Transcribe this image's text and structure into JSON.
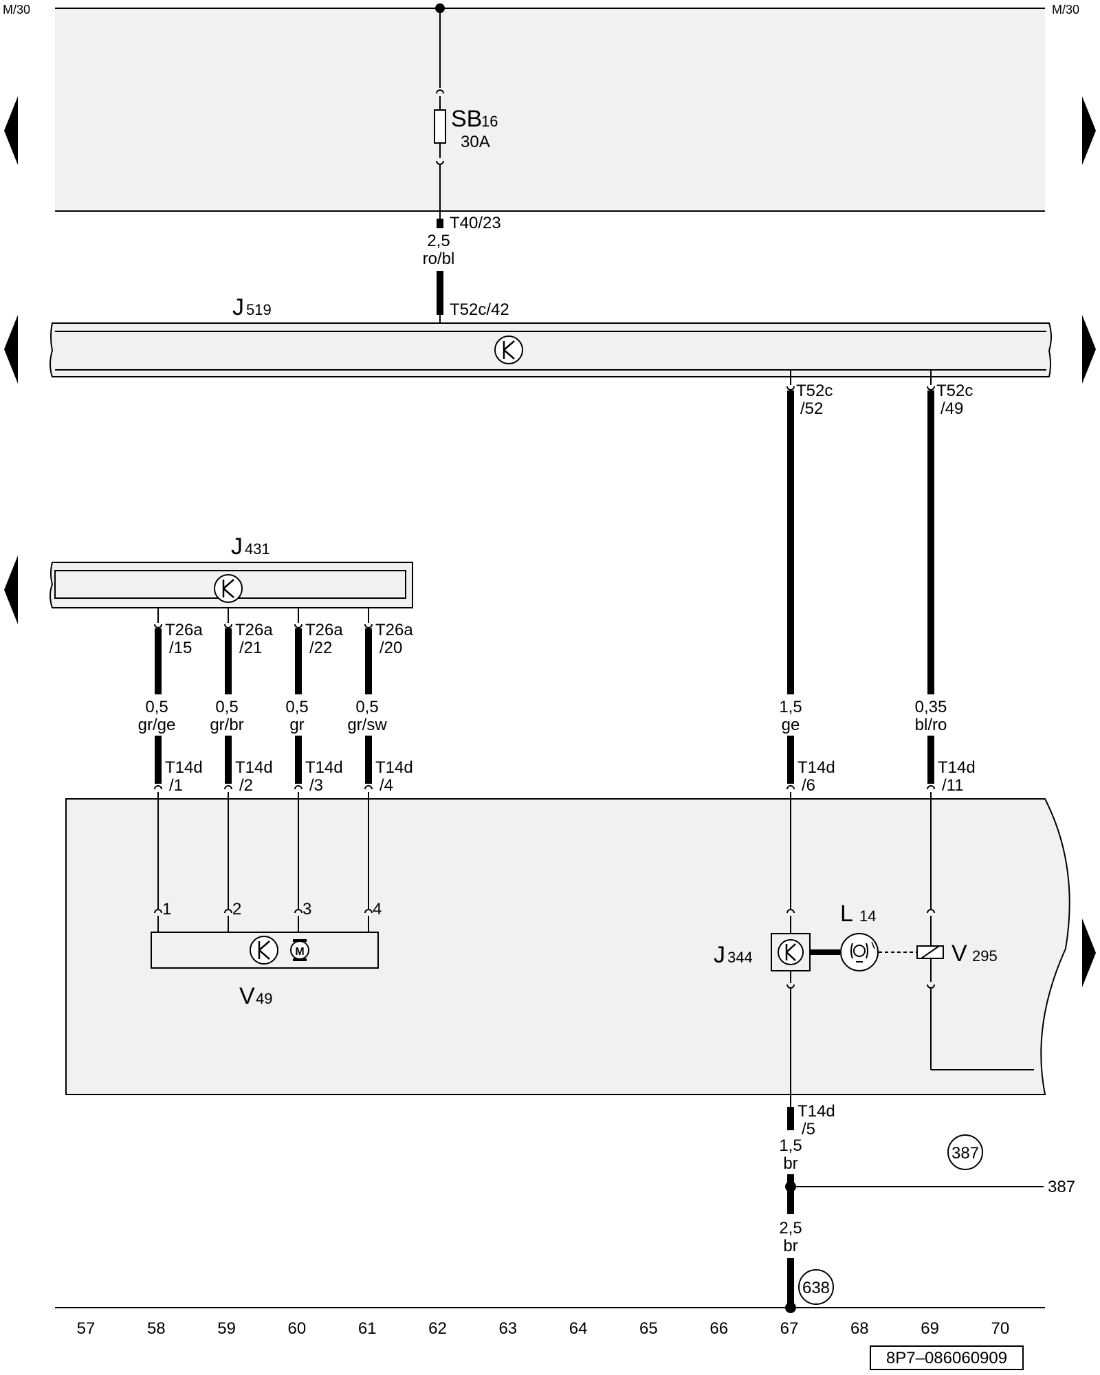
{
  "rails": {
    "top_left": "M/30",
    "top_right": "M/30"
  },
  "fuse": {
    "name": "SB",
    "number": "16",
    "rating": "30A"
  },
  "connectors": {
    "t40_23": "T40/23",
    "t52c_42": "T52c/42",
    "t52c_52_a": "T52c",
    "t52c_52_b": "/52",
    "t52c_49_a": "T52c",
    "t52c_49_b": "/49",
    "t14d_5_a": "T14d",
    "t14d_5_b": "/5"
  },
  "wires": {
    "w_ro_bl_size": "2,5",
    "w_ro_bl_color": "ro/bl",
    "w_ge_size": "1,5",
    "w_ge_color": "ge",
    "w_bl_ro_size": "0,35",
    "w_bl_ro_color": "bl/ro",
    "w_br1_size": "1,5",
    "w_br1_color": "br",
    "w_br2_size": "2,5",
    "w_br2_color": "br"
  },
  "modules": {
    "j519_letter": "J",
    "j519_num": "519",
    "j431_letter": "J",
    "j431_num": "431",
    "j344_letter": "J",
    "j344_num": "344",
    "v49_letter": "V",
    "v49_num": "49",
    "l14_letter": "L",
    "l14_num": "14",
    "v295_letter": "V",
    "v295_num": "295"
  },
  "motor_symbol": "M",
  "j431_pins": [
    {
      "conn_a": "T26a",
      "conn_b": "/15",
      "size": "0,5",
      "color": "gr/ge",
      "t14d_a": "T14d",
      "t14d_b": "/1",
      "pin": "1"
    },
    {
      "conn_a": "T26a",
      "conn_b": "/21",
      "size": "0,5",
      "color": "gr/br",
      "t14d_a": "T14d",
      "t14d_b": "/2",
      "pin": "2"
    },
    {
      "conn_a": "T26a",
      "conn_b": "/22",
      "size": "0,5",
      "color": "gr",
      "t14d_a": "T14d",
      "t14d_b": "/3",
      "pin": "3"
    },
    {
      "conn_a": "T26a",
      "conn_b": "/20",
      "size": "0,5",
      "color": "gr/sw",
      "t14d_a": "T14d",
      "t14d_b": "/4",
      "pin": "4"
    }
  ],
  "t14d_right": [
    {
      "a": "T14d",
      "b": "/6"
    },
    {
      "a": "T14d",
      "b": "/11"
    }
  ],
  "ground_refs": {
    "circle_387": "387",
    "line_387": "387",
    "circle_638": "638"
  },
  "bottom_scale": [
    "57",
    "58",
    "59",
    "60",
    "61",
    "62",
    "63",
    "64",
    "65",
    "66",
    "67",
    "68",
    "69",
    "70"
  ],
  "footer_code": "8P7–086060909"
}
